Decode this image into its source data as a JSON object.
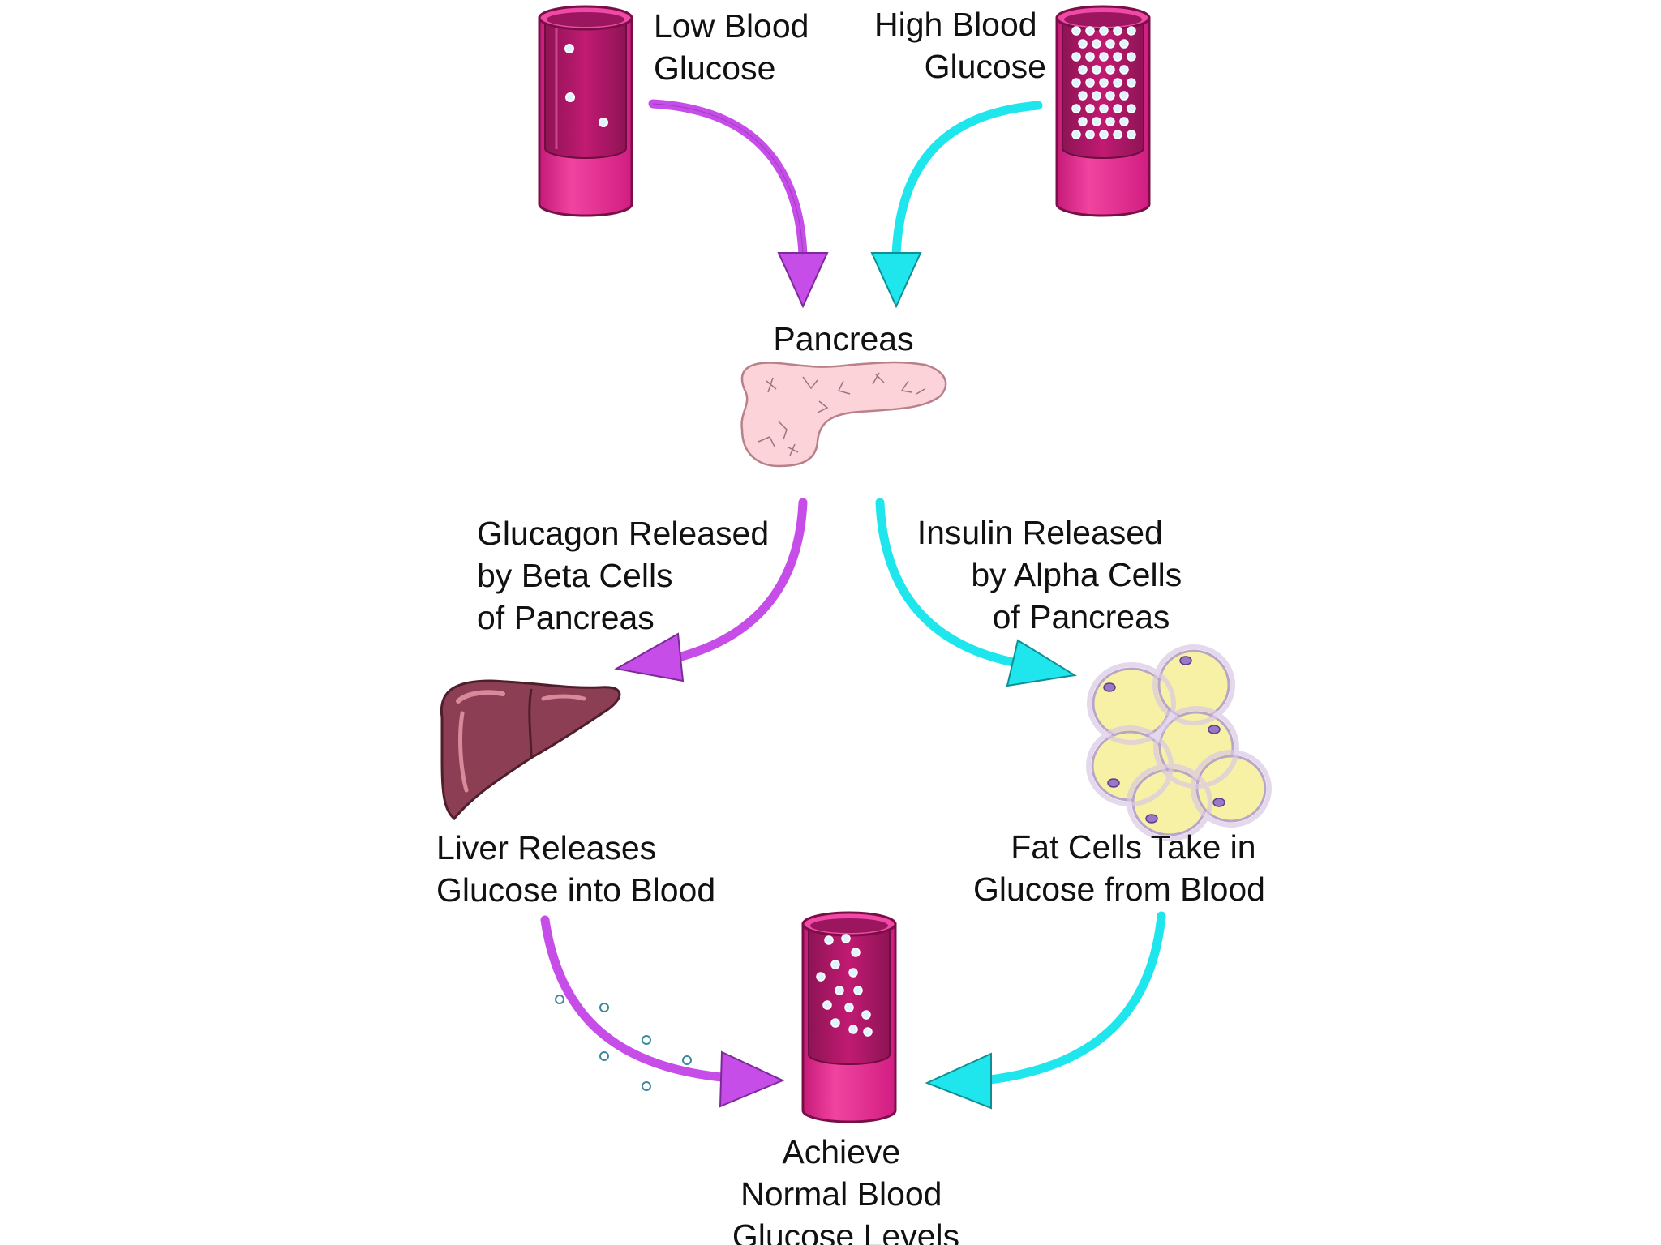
{
  "labels": {
    "low_blood_glucose": [
      "Low Blood",
      "Glucose"
    ],
    "high_blood_glucose": [
      "High Blood",
      "Glucose"
    ],
    "pancreas": "Pancreas",
    "glucagon_released": [
      "Glucagon Released",
      "by Beta Cells",
      "of Pancreas"
    ],
    "insulin_released": [
      "Insulin Released",
      "by Alpha Cells",
      "of Pancreas"
    ],
    "liver_releases": [
      "Liver Releases",
      "Glucose into Blood"
    ],
    "fat_cells_take_in": [
      "Fat Cells Take in",
      "Glucose from Blood"
    ],
    "achieve_normal": [
      "Achieve",
      "Normal Blood",
      "Glucose Levels"
    ]
  },
  "colors": {
    "vessel_outer": "#e8258f",
    "vessel_inner": "#b5196b",
    "vessel_rim": "#f04aa6",
    "glucagon_arrow": "#c64de8",
    "insulin_arrow": "#1fe6ec",
    "pancreas_fill": "#fbd3d8",
    "liver_fill": "#8c3f54",
    "fat_cell_fill": "#f7f1a6",
    "fat_cell_border": "#c9b6d6"
  },
  "icons": {
    "vessel": "blood-vessel-icon",
    "pancreas": "pancreas-icon",
    "liver": "liver-icon",
    "fat_cells": "fat-cells-icon",
    "glucose": "glucose-molecule-icon"
  }
}
